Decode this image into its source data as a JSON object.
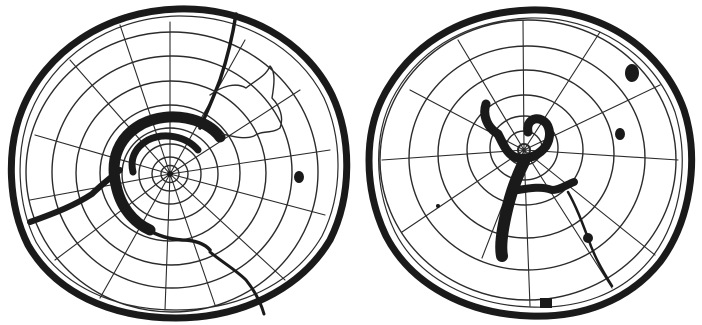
{
  "figure": {
    "panels": [
      {
        "name": "log-cross-section-left",
        "features": [
          "ring-shake",
          "radial-crack",
          "pith",
          "knot"
        ]
      },
      {
        "name": "log-cross-section-right",
        "features": [
          "heart-rot",
          "radial-crack",
          "pith",
          "knots"
        ]
      }
    ],
    "colors": {
      "ink": "#1a1a1a",
      "paper": "#ffffff",
      "line": "#2b2b2b"
    }
  }
}
